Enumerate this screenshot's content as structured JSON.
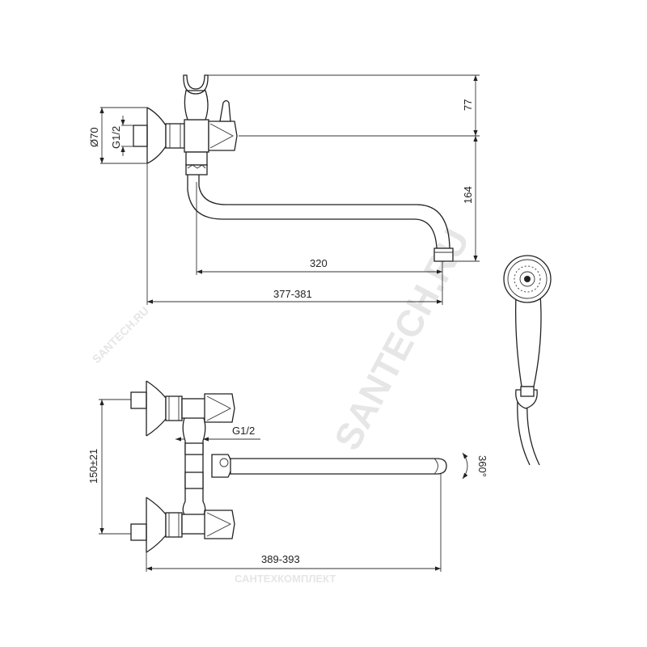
{
  "drawing": {
    "top_view": {
      "dimensions": {
        "flange_diameter": "Ø70",
        "thread": "G1/2",
        "holder_height": "77",
        "spout_drop": "164",
        "spout_reach": "320",
        "overall_length": "377-381"
      }
    },
    "bottom_view": {
      "dimensions": {
        "center_distance": "150±21",
        "thread": "G1/2",
        "rotation": "360°",
        "overall_length": "389-393"
      }
    },
    "watermarks": {
      "site": "SANTECH.RU",
      "company": "САНТЕХКОМПЛЕКТ"
    }
  }
}
